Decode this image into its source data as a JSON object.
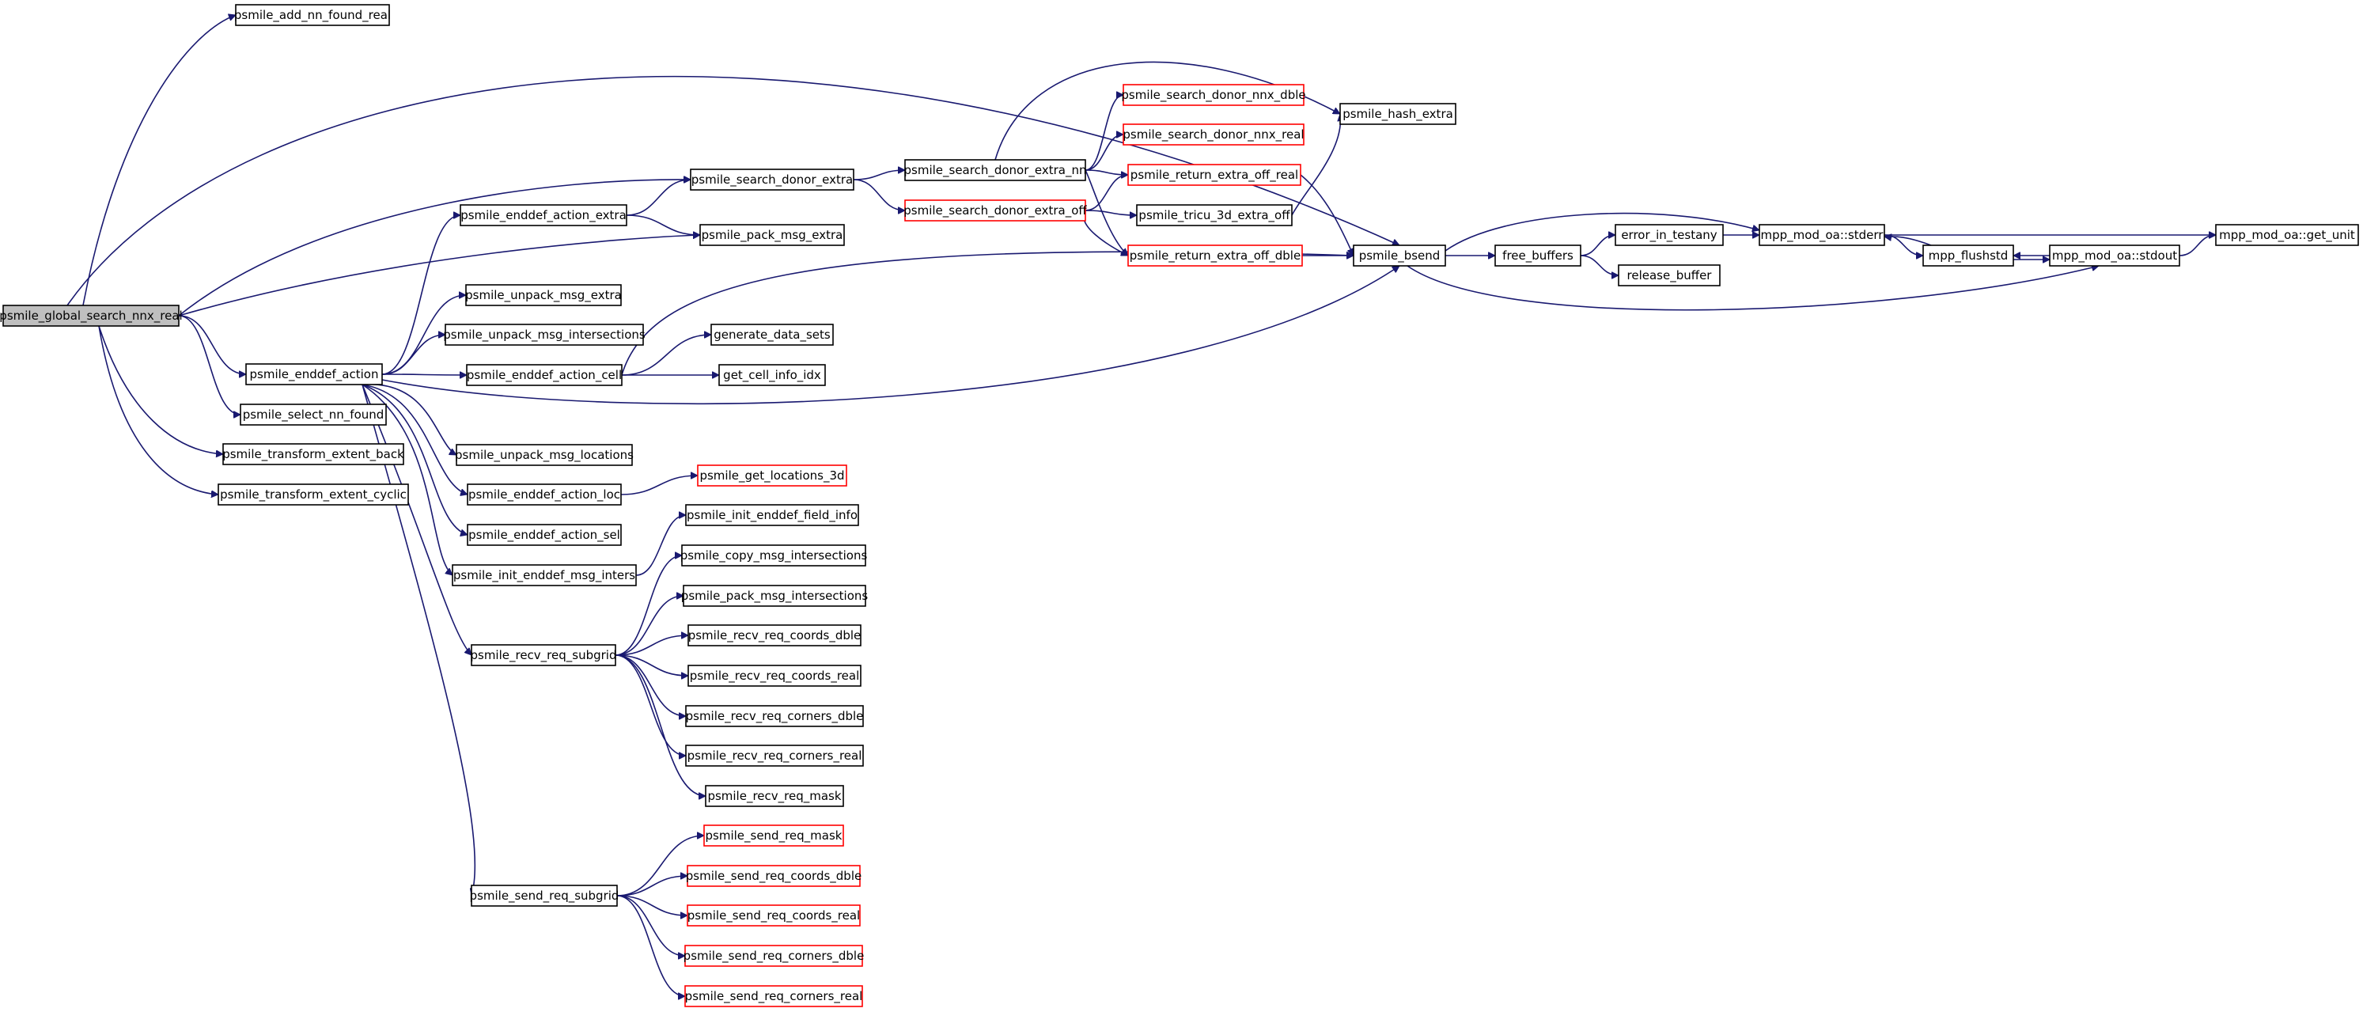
{
  "colors": {
    "edge": "#191970",
    "node_border": "#000000",
    "external_node_border": "#ff0000",
    "root_fill": "#bfbfbf",
    "background": "#ffffff"
  },
  "nodes": [
    {
      "id": "root",
      "label": "psmile_global_search_nnx_real",
      "root": true
    },
    {
      "id": "add_nn_found_real",
      "label": "psmile_add_nn_found_real"
    },
    {
      "id": "search_donor_extra",
      "label": "psmile_search_donor_extra"
    },
    {
      "id": "pack_msg_extra",
      "label": "psmile_pack_msg_extra"
    },
    {
      "id": "enddef_action",
      "label": "psmile_enddef_action"
    },
    {
      "id": "bsend",
      "label": "psmile_bsend"
    },
    {
      "id": "hash_extra",
      "label": "psmile_hash_extra"
    },
    {
      "id": "select_nn_found",
      "label": "psmile_select_nn_found"
    },
    {
      "id": "transform_extent_back",
      "label": "psmile_transform_extent_back"
    },
    {
      "id": "transform_extent_cyclic",
      "label": "psmile_transform_extent_cyclic"
    },
    {
      "id": "enddef_action_extra",
      "label": "psmile_enddef_action_extra"
    },
    {
      "id": "unpack_msg_extra",
      "label": "psmile_unpack_msg_extra"
    },
    {
      "id": "unpack_msg_intersections",
      "label": "psmile_unpack_msg_intersections"
    },
    {
      "id": "enddef_action_cell",
      "label": "psmile_enddef_action_cell"
    },
    {
      "id": "unpack_msg_locations",
      "label": "psmile_unpack_msg_locations"
    },
    {
      "id": "enddef_action_loc",
      "label": "psmile_enddef_action_loc"
    },
    {
      "id": "enddef_action_sel",
      "label": "psmile_enddef_action_sel"
    },
    {
      "id": "init_enddef_msg_inters",
      "label": "psmile_init_enddef_msg_inters"
    },
    {
      "id": "recv_req_subgrid",
      "label": "psmile_recv_req_subgrid"
    },
    {
      "id": "send_req_subgrid",
      "label": "psmile_send_req_subgrid"
    },
    {
      "id": "search_donor_extra_nn",
      "label": "psmile_search_donor_extra_nn"
    },
    {
      "id": "search_donor_extra_off",
      "label": "psmile_search_donor_extra_off",
      "external": true
    },
    {
      "id": "generate_data_sets",
      "label": "generate_data_sets"
    },
    {
      "id": "get_cell_info_idx",
      "label": "get_cell_info_idx"
    },
    {
      "id": "get_locations_3d",
      "label": "psmile_get_locations_3d",
      "external": true
    },
    {
      "id": "init_enddef_field_info",
      "label": "psmile_init_enddef_field_info"
    },
    {
      "id": "copy_msg_intersections",
      "label": "psmile_copy_msg_intersections"
    },
    {
      "id": "pack_msg_intersections",
      "label": "psmile_pack_msg_intersections"
    },
    {
      "id": "recv_req_coords_dble",
      "label": "psmile_recv_req_coords_dble"
    },
    {
      "id": "recv_req_coords_real",
      "label": "psmile_recv_req_coords_real"
    },
    {
      "id": "recv_req_corners_dble",
      "label": "psmile_recv_req_corners_dble"
    },
    {
      "id": "recv_req_corners_real",
      "label": "psmile_recv_req_corners_real"
    },
    {
      "id": "recv_req_mask",
      "label": "psmile_recv_req_mask"
    },
    {
      "id": "send_req_mask",
      "label": "psmile_send_req_mask",
      "external": true
    },
    {
      "id": "send_req_coords_dble",
      "label": "psmile_send_req_coords_dble",
      "external": true
    },
    {
      "id": "send_req_coords_real",
      "label": "psmile_send_req_coords_real",
      "external": true
    },
    {
      "id": "send_req_corners_dble",
      "label": "psmile_send_req_corners_dble",
      "external": true
    },
    {
      "id": "send_req_corners_real",
      "label": "psmile_send_req_corners_real",
      "external": true
    },
    {
      "id": "search_donor_nnx_dble",
      "label": "psmile_search_donor_nnx_dble",
      "external": true
    },
    {
      "id": "search_donor_nnx_real",
      "label": "psmile_search_donor_nnx_real",
      "external": true
    },
    {
      "id": "return_extra_off_real",
      "label": "psmile_return_extra_off_real",
      "external": true
    },
    {
      "id": "tricu_3d_extra_off",
      "label": "psmile_tricu_3d_extra_off"
    },
    {
      "id": "return_extra_off_dble",
      "label": "psmile_return_extra_off_dble",
      "external": true
    },
    {
      "id": "free_buffers",
      "label": "free_buffers"
    },
    {
      "id": "error_in_testany",
      "label": "error_in_testany"
    },
    {
      "id": "release_buffer",
      "label": "release_buffer"
    },
    {
      "id": "stderr",
      "label": "mpp_mod_oa::stderr"
    },
    {
      "id": "flushstd",
      "label": "mpp_flushstd"
    },
    {
      "id": "stdout",
      "label": "mpp_mod_oa::stdout"
    },
    {
      "id": "get_unit",
      "label": "mpp_mod_oa::get_unit"
    }
  ],
  "edges": [
    [
      "root",
      "add_nn_found_real"
    ],
    [
      "root",
      "bsend"
    ],
    [
      "root",
      "search_donor_extra"
    ],
    [
      "root",
      "pack_msg_extra"
    ],
    [
      "root",
      "enddef_action"
    ],
    [
      "root",
      "select_nn_found"
    ],
    [
      "root",
      "transform_extent_back"
    ],
    [
      "root",
      "transform_extent_cyclic"
    ],
    [
      "enddef_action",
      "enddef_action_extra"
    ],
    [
      "enddef_action",
      "unpack_msg_extra"
    ],
    [
      "enddef_action",
      "unpack_msg_intersections"
    ],
    [
      "enddef_action",
      "enddef_action_cell"
    ],
    [
      "enddef_action",
      "bsend"
    ],
    [
      "enddef_action",
      "unpack_msg_locations"
    ],
    [
      "enddef_action",
      "enddef_action_loc"
    ],
    [
      "enddef_action",
      "enddef_action_sel"
    ],
    [
      "enddef_action",
      "init_enddef_msg_inters"
    ],
    [
      "enddef_action",
      "recv_req_subgrid"
    ],
    [
      "enddef_action",
      "send_req_subgrid"
    ],
    [
      "enddef_action_extra",
      "search_donor_extra"
    ],
    [
      "enddef_action_extra",
      "pack_msg_extra"
    ],
    [
      "search_donor_extra",
      "search_donor_extra_nn"
    ],
    [
      "search_donor_extra",
      "search_donor_extra_off"
    ],
    [
      "search_donor_extra_nn",
      "hash_extra"
    ],
    [
      "search_donor_extra_nn",
      "search_donor_nnx_dble"
    ],
    [
      "search_donor_extra_nn",
      "search_donor_nnx_real"
    ],
    [
      "search_donor_extra_nn",
      "return_extra_off_real"
    ],
    [
      "search_donor_extra_nn",
      "return_extra_off_dble"
    ],
    [
      "search_donor_extra_off",
      "return_extra_off_real"
    ],
    [
      "search_donor_extra_off",
      "tricu_3d_extra_off"
    ],
    [
      "search_donor_extra_off",
      "return_extra_off_dble"
    ],
    [
      "tricu_3d_extra_off",
      "hash_extra"
    ],
    [
      "return_extra_off_real",
      "bsend"
    ],
    [
      "return_extra_off_dble",
      "bsend"
    ],
    [
      "enddef_action_cell",
      "bsend"
    ],
    [
      "enddef_action_cell",
      "generate_data_sets"
    ],
    [
      "enddef_action_cell",
      "get_cell_info_idx"
    ],
    [
      "enddef_action_loc",
      "get_locations_3d"
    ],
    [
      "init_enddef_msg_inters",
      "init_enddef_field_info"
    ],
    [
      "recv_req_subgrid",
      "copy_msg_intersections"
    ],
    [
      "recv_req_subgrid",
      "pack_msg_intersections"
    ],
    [
      "recv_req_subgrid",
      "recv_req_coords_dble"
    ],
    [
      "recv_req_subgrid",
      "recv_req_coords_real"
    ],
    [
      "recv_req_subgrid",
      "recv_req_corners_dble"
    ],
    [
      "recv_req_subgrid",
      "recv_req_corners_real"
    ],
    [
      "recv_req_subgrid",
      "recv_req_mask"
    ],
    [
      "send_req_subgrid",
      "send_req_mask"
    ],
    [
      "send_req_subgrid",
      "send_req_coords_dble"
    ],
    [
      "send_req_subgrid",
      "send_req_coords_real"
    ],
    [
      "send_req_subgrid",
      "send_req_corners_dble"
    ],
    [
      "send_req_subgrid",
      "send_req_corners_real"
    ],
    [
      "bsend",
      "free_buffers"
    ],
    [
      "bsend",
      "stderr"
    ],
    [
      "bsend",
      "stdout"
    ],
    [
      "free_buffers",
      "error_in_testany"
    ],
    [
      "free_buffers",
      "release_buffer"
    ],
    [
      "error_in_testany",
      "stderr"
    ],
    [
      "stderr",
      "flushstd"
    ],
    [
      "stderr",
      "get_unit"
    ],
    [
      "flushstd",
      "stderr"
    ],
    [
      "flushstd",
      "stdout"
    ],
    [
      "stdout",
      "flushstd"
    ],
    [
      "stdout",
      "get_unit"
    ]
  ]
}
